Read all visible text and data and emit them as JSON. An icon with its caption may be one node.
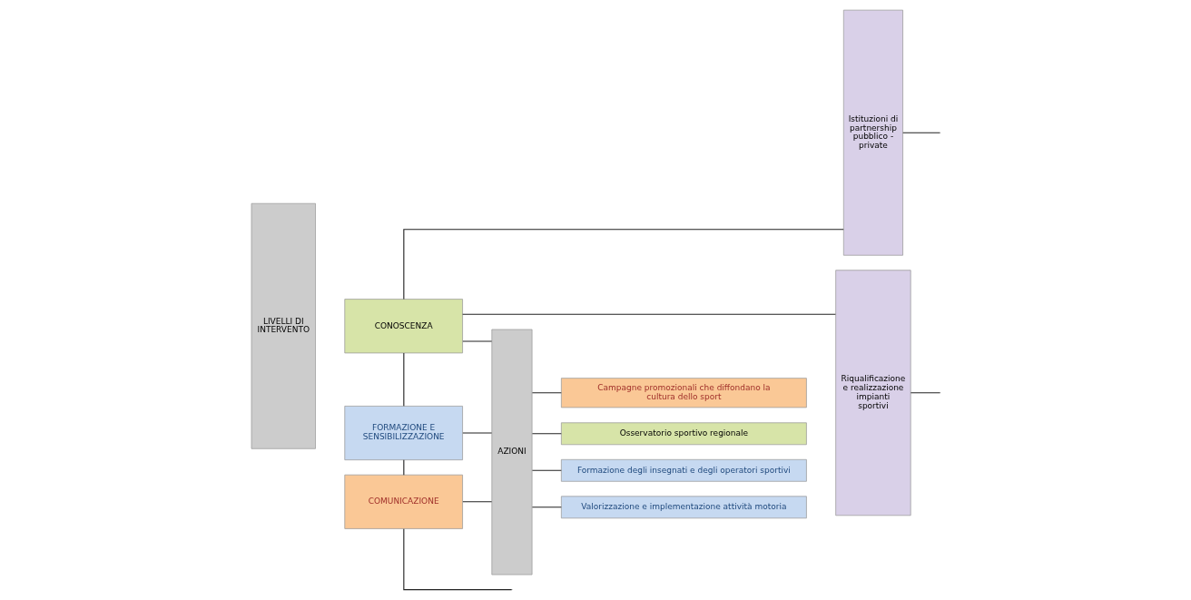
{
  "diagram": {
    "nodes": [
      {
        "text": [
          "LIVELLI DI INTERVENTO"
        ]
      },
      {
        "text": [
          "CONOSCENZA"
        ]
      },
      {
        "text": [
          "FORMAZIONE E SENSIBILIZZAZIONE"
        ]
      },
      {
        "text": [
          "COMUNICAZIONE"
        ]
      },
      {
        "text": [
          "AZIONI"
        ]
      },
      {
        "text": [
          "Osservatorio sportivo regionale"
        ]
      },
      {
        "text": [
          "Formazione degli insegnati e degli operatori sportivi"
        ]
      },
      {
        "text": [
          "Valorizzazione e implementazione attività motoria"
        ]
      },
      {
        "text": [
          "Campagne promozionali che diffondano la cultura dello sport"
        ]
      },
      {
        "text": [
          "Riqualificazione e realizzazione impianti sportivi"
        ]
      },
      {
        "text": [
          "Istituzioni di partnership pubblico - private"
        ]
      }
    ],
    "edges": [
      {
        "from": 1,
        "to": 9,
        "arrow": "none"
      },
      {
        "from": 1,
        "to": 10,
        "arrow": "none"
      },
      {
        "from": 1,
        "to": 2,
        "arrow": "none"
      },
      {
        "from": 2,
        "to": 3,
        "arrow": "none"
      },
      {
        "from": 1,
        "to": 4,
        "arrow": "none"
      },
      {
        "from": 2,
        "to": 4,
        "arrow": "none"
      },
      {
        "from": 3,
        "to": 4,
        "arrow": "none"
      },
      {
        "from": 4,
        "to": 5,
        "arrow": "none"
      },
      {
        "from": 4,
        "to": 6,
        "arrow": "none"
      },
      {
        "from": 4,
        "to": 7,
        "arrow": "none"
      },
      {
        "from": 4,
        "to": 8,
        "arrow": "none"
      },
      {
        "from": 3,
        "to": null,
        "arrow": "none"
      },
      {
        "from": 9,
        "to": null,
        "arrow": "none"
      },
      {
        "from": 10,
        "to": null,
        "arrow": "none"
      }
    ]
  }
}
